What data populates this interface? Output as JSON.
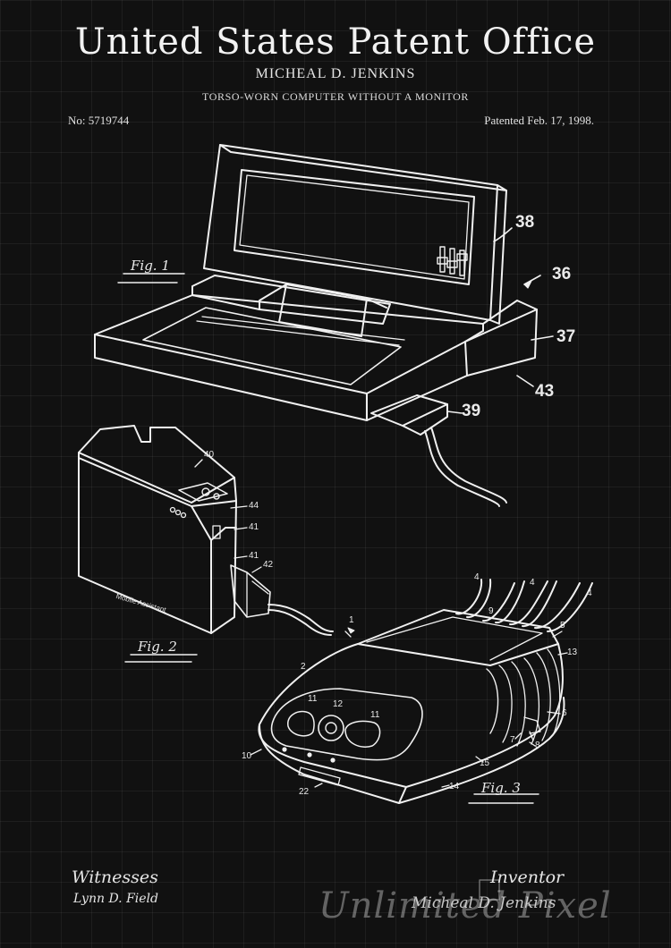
{
  "header": {
    "title": "United States Patent Office",
    "inventor": "MICHEAL D. JENKINS",
    "subtitle": "TORSO-WORN COMPUTER WITHOUT A MONITOR",
    "patent_number": "No: 5719744",
    "patent_date": "Patented Feb. 17, 1998."
  },
  "figures": {
    "fig1": {
      "caption": "Fig. 1",
      "labels": [
        "38",
        "36",
        "37",
        "43",
        "39"
      ]
    },
    "fig2": {
      "caption": "Fig. 2",
      "labels": [
        "40",
        "44",
        "41",
        "41",
        "42"
      ],
      "device_text": "Mobile Assistant"
    },
    "fig3": {
      "caption": "Fig. 3",
      "labels": [
        "1",
        "2",
        "4",
        "4",
        "4",
        "9",
        "5",
        "13",
        "6",
        "7",
        "8",
        "11",
        "12",
        "11",
        "10",
        "22",
        "15",
        "14"
      ]
    }
  },
  "footer": {
    "witnesses_heading": "Witnesses",
    "witness_name": "Lynn D. Field",
    "inventor_heading": "Inventor",
    "inventor_signature": "Micheal D. Jenkins"
  },
  "watermark": "Unlimited Pixel",
  "colors": {
    "background": "#111111",
    "ink": "#f2f2f2"
  }
}
